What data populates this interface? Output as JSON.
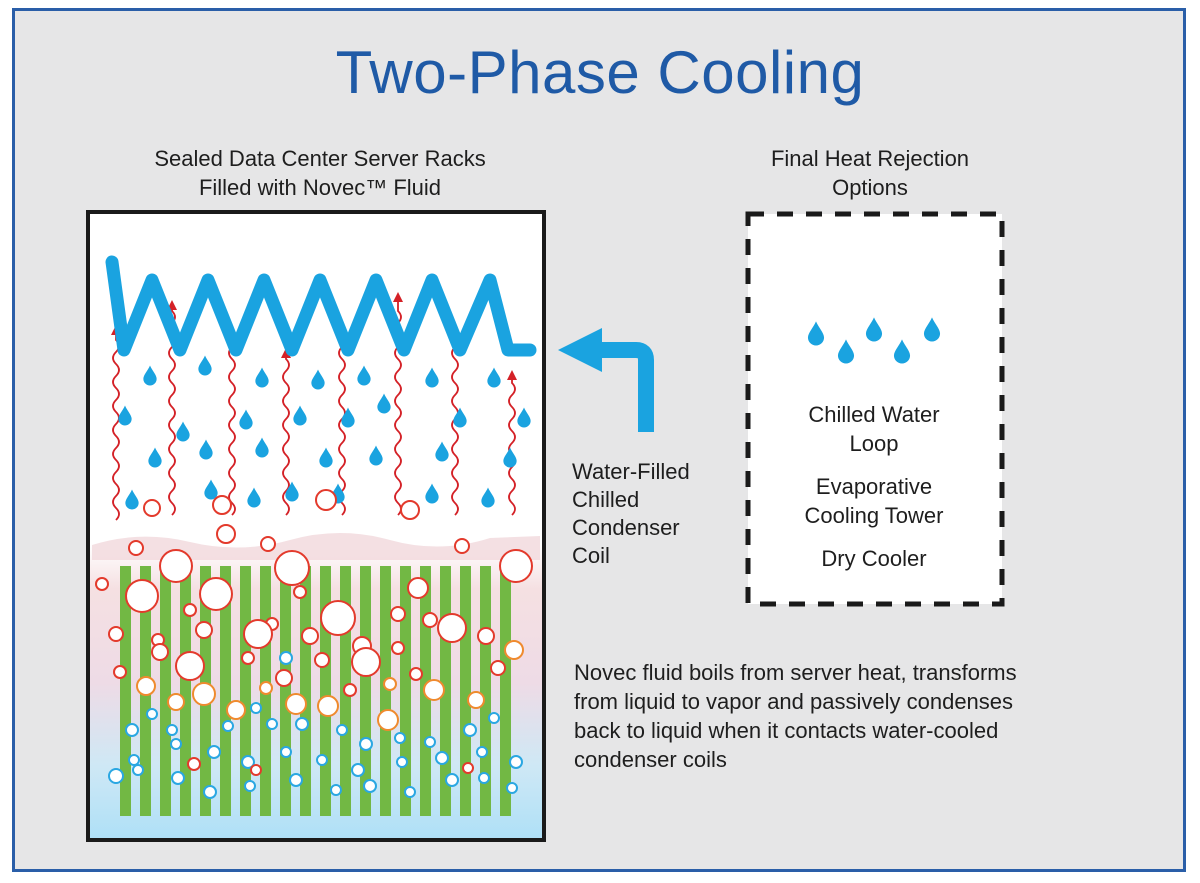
{
  "title": "Two-Phase Cooling",
  "rack_caption": {
    "line1": "Sealed Data Center Server Racks",
    "line2": "Filled with Novec™ Fluid"
  },
  "rejection_caption": {
    "line1": "Final Heat Rejection",
    "line2": "Options"
  },
  "coil_label": {
    "line1": "Water-Filled",
    "line2": "Chilled",
    "line3": "Condenser",
    "line4": "Coil"
  },
  "options": [
    {
      "line1": "Chilled Water",
      "line2": "Loop"
    },
    {
      "line1": "Evaporative",
      "line2": "Cooling Tower"
    },
    {
      "line1": "Dry Cooler",
      "line2": ""
    }
  ],
  "description": {
    "line1": "Novec fluid boils from server heat, transforms",
    "line2": "from liquid to vapor and passively condenses",
    "line3": "back to liquid when it contacts water-cooled",
    "line4": "condenser coils"
  },
  "colors": {
    "title": "#1f5aa6",
    "coil_blue": "#1aa3e0",
    "heat_red": "#d42127",
    "server_green": "#72b844",
    "bubble_red": "#e33a2c",
    "bubble_orange": "#ef8a2e",
    "bubble_blue": "#2aa7e2",
    "background": "#e6e6e7"
  }
}
